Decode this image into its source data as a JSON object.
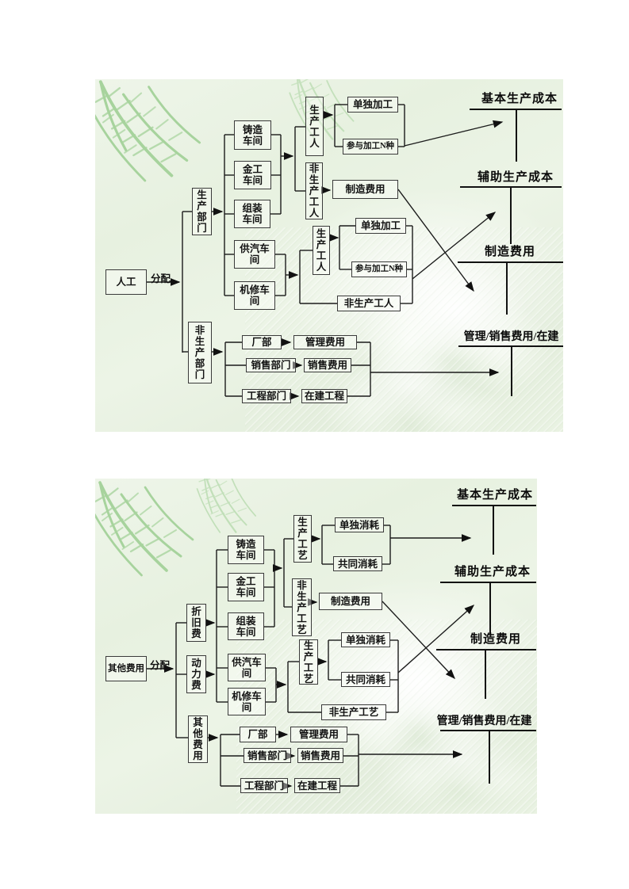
{
  "diagram_labor": {
    "source": "人工",
    "allocate": "分配",
    "production_dept": "生\n产\n部\n门",
    "nonproduction_dept": "非\n生\n产\n部\n门",
    "workshop_casting": "铸造\n车间",
    "workshop_metalwork": "金工\n车间",
    "workshop_assembly": "组装\n车间",
    "workshop_steam": "供汽车\n间",
    "workshop_repair": "机修车\n间",
    "production_workers_basic": "生\n产\n工\n人",
    "nonproduction_workers_basic": "非\n生\n产\n工\n人",
    "separate_processing_basic": "单独加工",
    "joint_processing_basic": "参与加工N种",
    "overhead_collect": "制造费用",
    "production_workers_aux": "生\n产\n工\n人",
    "separate_processing_aux": "单独加工",
    "joint_processing_aux": "参与加工N种",
    "nonproduction_workers_aux": "非生产工人",
    "factory_office": "厂部",
    "admin_expense": "管理费用",
    "sales_dept": "销售部门",
    "selling_expense": "销售费用",
    "engineering_dept": "工程部门",
    "construction_in_progress": "在建工程",
    "account_basic": "基本生产成本",
    "account_auxiliary": "辅助生产成本",
    "account_overhead": "制造费用",
    "account_admin_selling": "管理/销售费用/在建"
  },
  "diagram_other_costs": {
    "source": "其他费用",
    "allocate": "分配",
    "depreciation": "折\n旧\n费",
    "power": "动\n力\n费",
    "other": "其\n他\n费\n用",
    "workshop_casting": "铸造\n车间",
    "workshop_metalwork": "金工\n车间",
    "workshop_assembly": "组装\n车间",
    "workshop_steam": "供汽车\n间",
    "workshop_repair": "机修车\n间",
    "production_process_basic": "生\n产\n工\n艺",
    "nonproduction_process_basic": "非\n生\n产\n工\n艺",
    "separate_consumption_basic": "单独消耗",
    "joint_consumption_basic": "共同消耗",
    "overhead_collect": "制造费用",
    "production_process_aux": "生\n产\n工\n艺",
    "separate_consumption_aux": "单独消耗",
    "joint_consumption_aux": "共同消耗",
    "nonproduction_process_aux": "非生产工艺",
    "factory_office": "厂部",
    "admin_expense": "管理费用",
    "sales_dept": "销售部门",
    "selling_expense": "销售费用",
    "engineering_dept": "工程部门",
    "construction_in_progress": "在建工程",
    "account_basic": "基本生产成本",
    "account_auxiliary": "辅助生产成本",
    "account_overhead": "制造费用",
    "account_admin_selling": "管理/销售费用/在建"
  }
}
